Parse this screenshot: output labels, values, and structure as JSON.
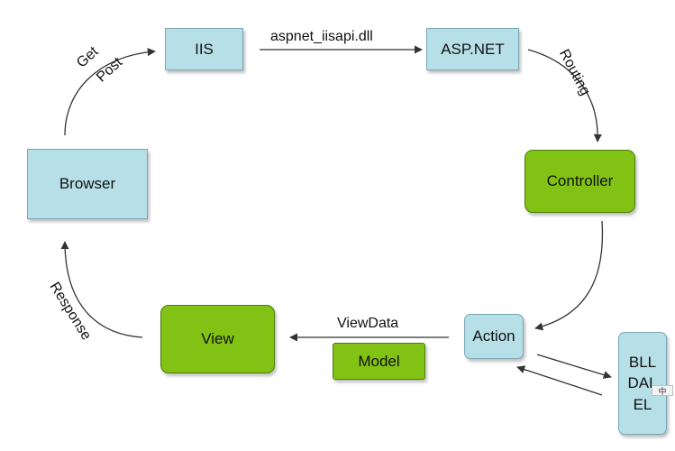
{
  "nodes": {
    "iis": "IIS",
    "aspnet": "ASP.NET",
    "browser": "Browser",
    "controller": "Controller",
    "action": "Action",
    "view": "View",
    "model": "Model",
    "bll": "BLL",
    "dal": "DAL",
    "el": "EL"
  },
  "edges": {
    "get": "Get",
    "post": "Post",
    "aspnet_isapi": "aspnet_iisapi.dll",
    "routing": "Routing",
    "viewdata": "ViewData",
    "response": "Response"
  },
  "badge": {
    "text": "中"
  }
}
